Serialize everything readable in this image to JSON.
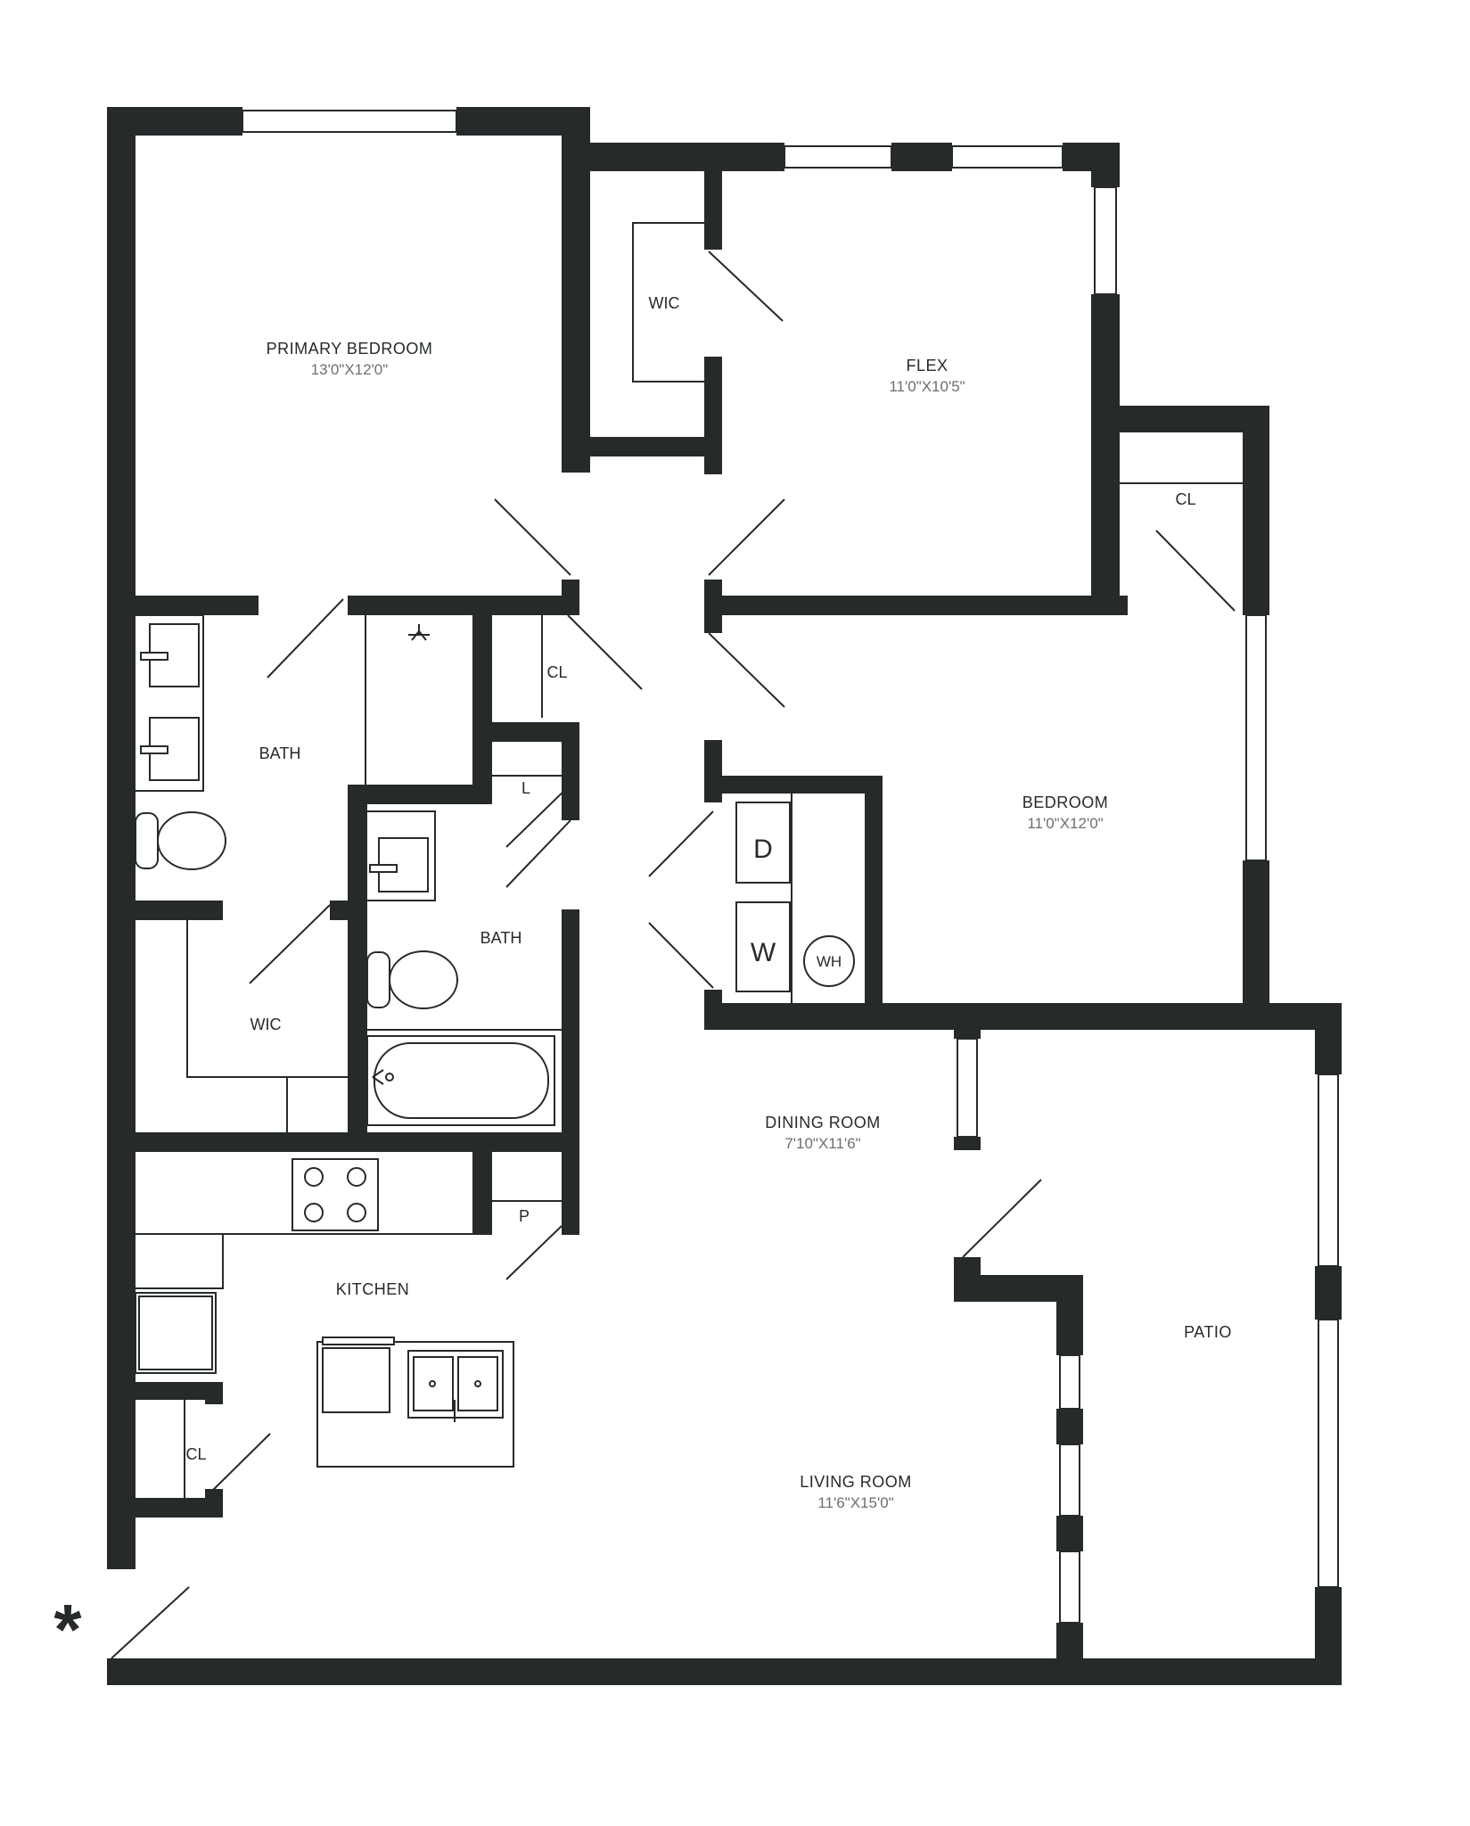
{
  "rooms": {
    "primary_bedroom": {
      "name": "PRIMARY BEDROOM",
      "dims": "13'0\"X12'0\""
    },
    "flex": {
      "name": "FLEX",
      "dims": "11'0\"X10'5\""
    },
    "bedroom": {
      "name": "BEDROOM",
      "dims": "11'0\"X12'0\""
    },
    "dining_room": {
      "name": "DINING ROOM",
      "dims": "7'10\"X11'6\""
    },
    "living_room": {
      "name": "LIVING ROOM",
      "dims": "11'6\"X15'0\""
    },
    "kitchen": {
      "name": "KITCHEN"
    },
    "patio": {
      "name": "PATIO"
    },
    "bath_primary": {
      "name": "BATH"
    },
    "bath_hall": {
      "name": "BATH"
    },
    "wic_flex": {
      "name": "WIC"
    },
    "wic_primary": {
      "name": "WIC"
    },
    "cl_bedroom": {
      "name": "CL"
    },
    "cl_hall": {
      "name": "CL"
    },
    "cl_entry": {
      "name": "CL"
    },
    "linen": {
      "name": "L"
    },
    "pantry": {
      "name": "P"
    }
  },
  "appliances": {
    "dryer": "D",
    "washer": "W",
    "water_heater": "WH"
  },
  "entry_marker": "*"
}
